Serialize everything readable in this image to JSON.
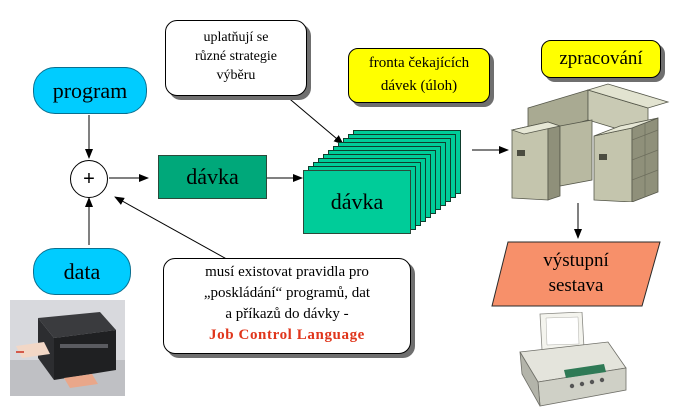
{
  "nodes": {
    "program": "program",
    "data": "data",
    "plus": "+",
    "davka": "dávka",
    "davka_stack": "dávka",
    "output_line1": "výstupní",
    "output_line2": "sestava"
  },
  "callouts": {
    "strategies": [
      "uplatňují se",
      "různé strategie",
      "výběru"
    ],
    "queue": [
      "fronta čekajících",
      "dávek (úloh)"
    ],
    "processing": "zpracování",
    "rules": [
      "musí existovat pravidla pro",
      "„poskládání“ programů, dat",
      "a příkazů do dávky -"
    ],
    "jcl": "Job Control Language"
  },
  "colors": {
    "cyan_node": "#00ccff",
    "green_batch": "#00a87a",
    "yellow_callout": "#ffff00",
    "output_orange": "#f7906a",
    "jcl_red": "#e0351b"
  },
  "icons": [
    "card-reader-icon",
    "mainframe-icon",
    "printer-icon"
  ]
}
